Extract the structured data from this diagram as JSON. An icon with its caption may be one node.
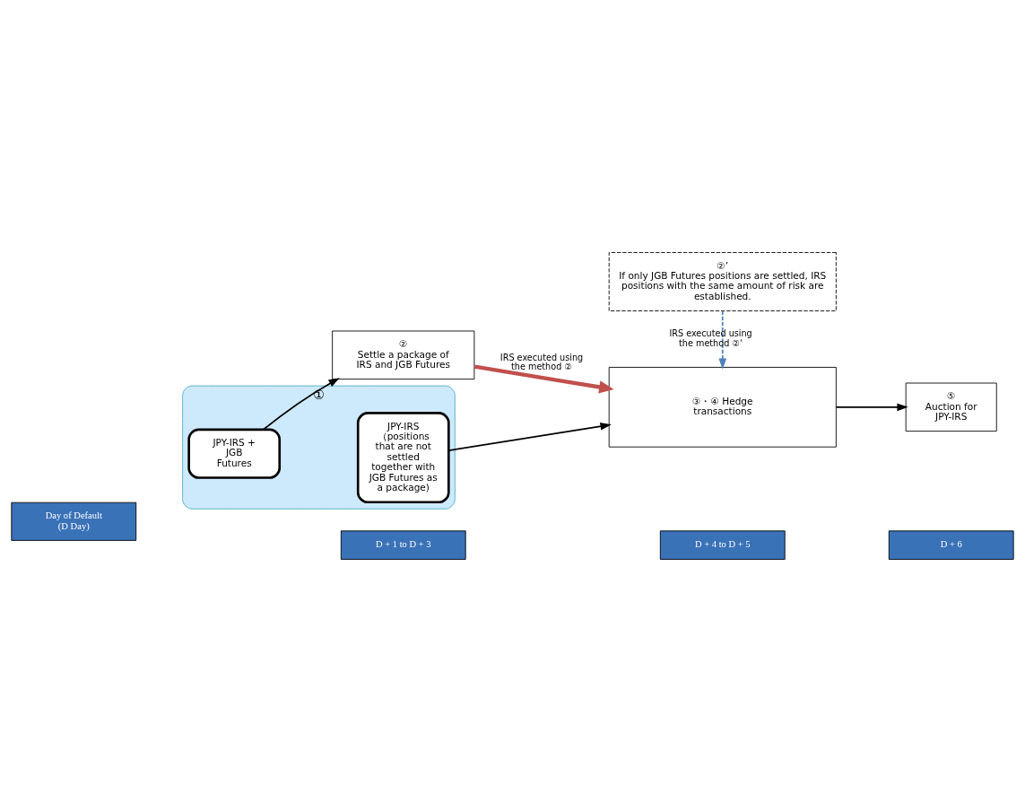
{
  "diagram": {
    "nodes": [
      {
        "text": [
          "Day of Default (D Day)"
        ]
      },
      {
        "text": [
          "D + 1 to D + 3"
        ]
      },
      {
        "text": [
          "D + 4 to D + 5"
        ]
      },
      {
        "text": [
          "D + 6"
        ]
      },
      {
        "text": [
          "①"
        ]
      },
      {
        "text": [
          "JPY-IRS + JGB Futures"
        ],
        "in": 4
      },
      {
        "text": [
          "JPY-IRS （positions that are not settled together with JGB Futures as a package)"
        ],
        "in": 4
      },
      {
        "text": [
          "②",
          "Settle a package of IRS and JGB Futures"
        ]
      },
      {
        "text": [
          "②’",
          "If only JGB Futures positions are settled, IRS positions with the same amount of risk are established."
        ]
      },
      {
        "text": [
          "③・④ Hedge transactions"
        ]
      },
      {
        "text": [
          "⑤",
          "Auction for JPY-IRS"
        ]
      }
    ],
    "edges": [
      {
        "from": 5,
        "to": 7,
        "arrow": "to"
      },
      {
        "from": 6,
        "to": 9,
        "arrow": "to"
      },
      {
        "from": 7,
        "to": 9,
        "arrow": "to",
        "label": "IRS executed using the method ②",
        "style": "thick",
        "color": "#c0504d"
      },
      {
        "from": 8,
        "to": 9,
        "arrow": "to",
        "label": "IRS executed using the method ②‘",
        "style": "dashed",
        "color": "#4f81bd"
      },
      {
        "from": 9,
        "to": 10,
        "arrow": "to"
      }
    ]
  }
}
